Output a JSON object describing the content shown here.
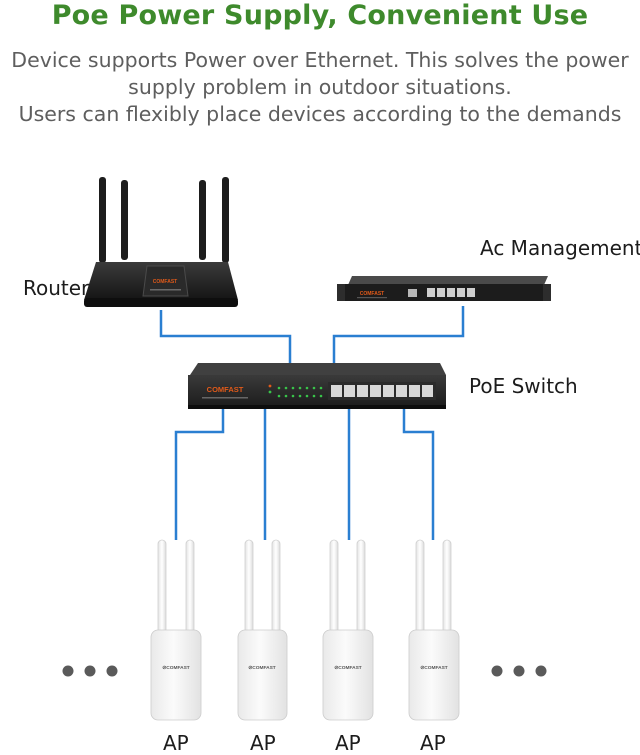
{
  "title": "Poe Power Supply, Convenient Use",
  "description": {
    "line1": "Device supports Power over Ethernet. This solves the power",
    "line2": "supply problem in outdoor situations.",
    "line3": "Users can flexibly place devices according to the demands"
  },
  "nodes": {
    "router": {
      "label": "Router",
      "brand": "COMFAST"
    },
    "ac_controller": {
      "label": "Ac Management",
      "brand": "COMFAST"
    },
    "poe_switch": {
      "label": "PoE Switch",
      "brand": "COMFAST"
    },
    "access_points": [
      {
        "label": "AP",
        "brand": "COMFAST"
      },
      {
        "label": "AP",
        "brand": "COMFAST"
      },
      {
        "label": "AP",
        "brand": "COMFAST"
      },
      {
        "label": "AP",
        "brand": "COMFAST"
      }
    ],
    "ellipsis_left": "● ● ●",
    "ellipsis_right": "● ● ●"
  },
  "colors": {
    "title": "#3e8a2c",
    "description": "#5e5e5e",
    "cable": "#2a7fd1",
    "device_dark": "#1f1f1f",
    "brand": "#e05a1a",
    "ap_body": "#f6f6f6"
  }
}
